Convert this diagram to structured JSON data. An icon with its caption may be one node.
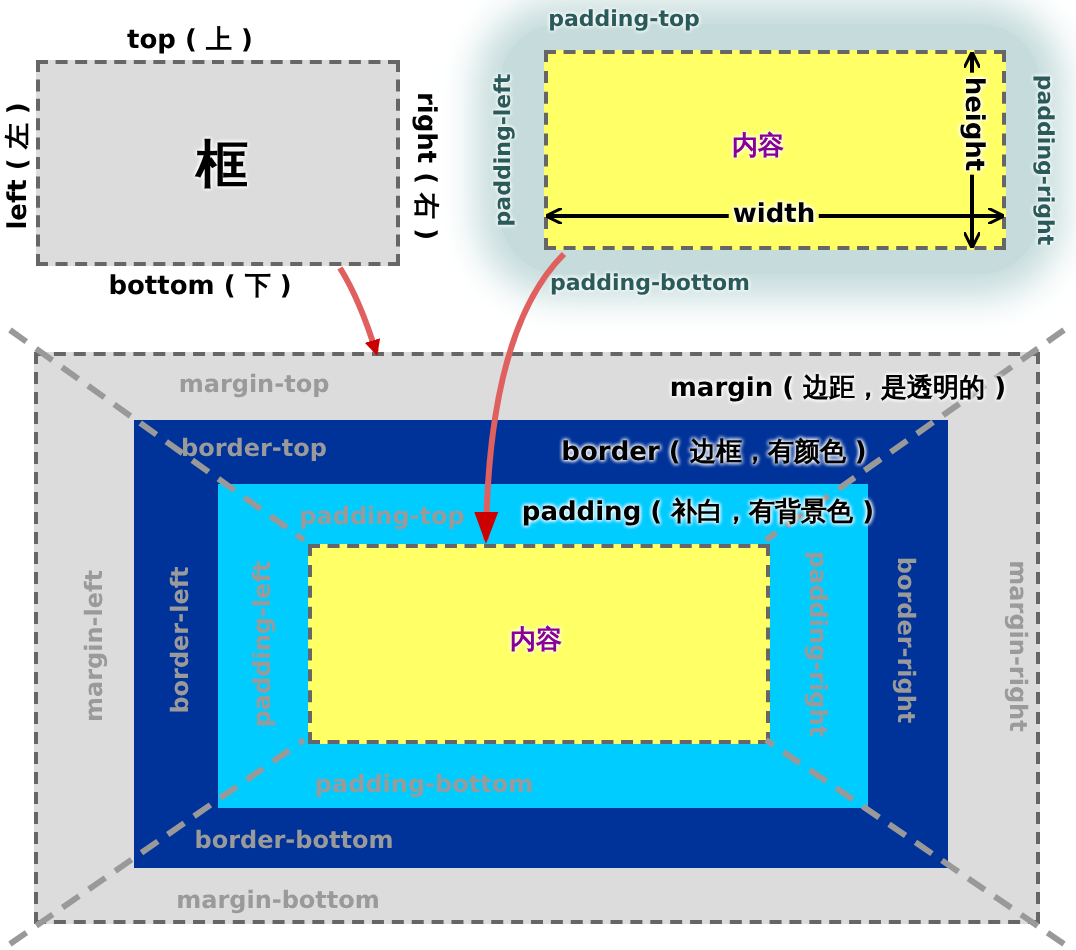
{
  "diagram": {
    "nodes": [
      {
        "text": [
          "框"
        ],
        "beside": [
          "top ( 上 )",
          "left ( 左 )",
          "right ( 右 )",
          "bottom ( 下 )"
        ]
      },
      {
        "text": [
          "内容"
        ]
      },
      {
        "text": [
          "margin-top",
          "margin ( 边距，是透明的 )",
          "margin-left",
          "margin-right",
          "margin-bottom"
        ]
      },
      {
        "text": [
          "border-top",
          "border ( 边框，有颜色 )",
          "border-left",
          "border-right",
          "border-bottom"
        ],
        "in": 2
      },
      {
        "text": [
          "padding-top",
          "padding ( 补白，有背景色 )",
          "padding-left",
          "padding-right",
          "padding-bottom"
        ],
        "in": 3
      },
      {
        "text": [
          "内容"
        ],
        "in": 4
      }
    ],
    "edges": [
      {
        "from": 0,
        "to": 2,
        "arrow": "to"
      },
      {
        "from": 1,
        "to": 5,
        "arrow": "to"
      }
    ],
    "labels": [
      "padding-top",
      "padding-left",
      "width",
      "height",
      "padding-right",
      "padding-bottom"
    ]
  }
}
